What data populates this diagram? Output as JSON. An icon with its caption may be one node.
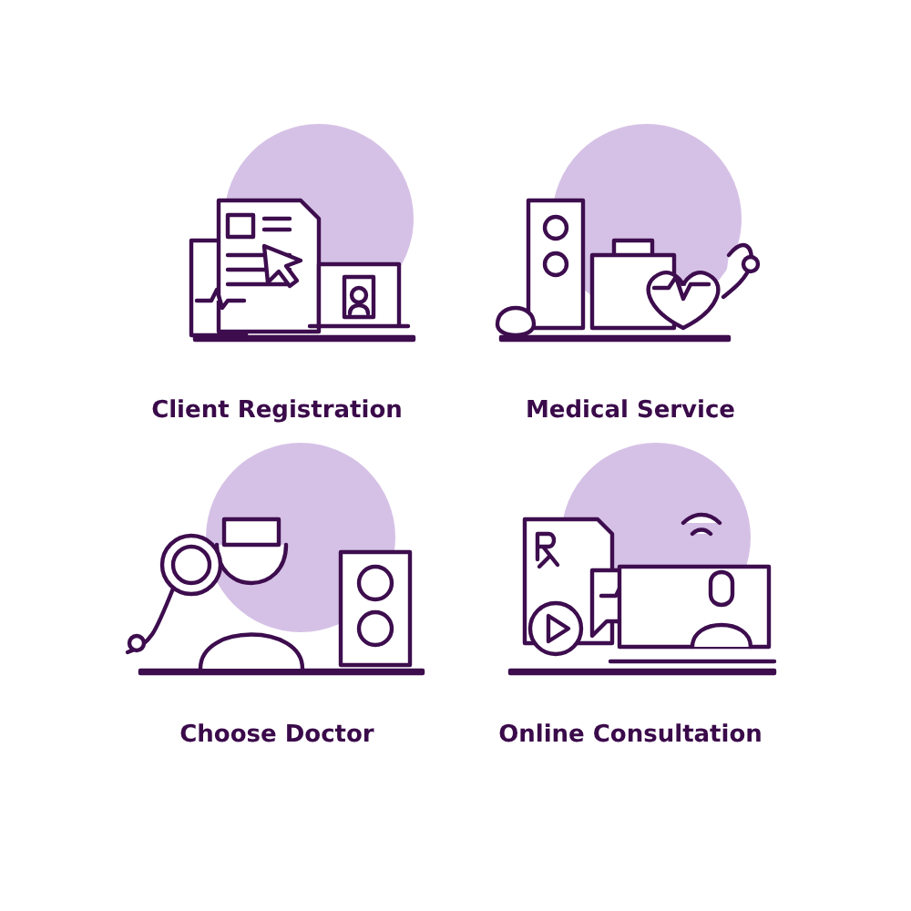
{
  "diagram": {
    "labels": [
      "Client Registration",
      "Medical Service",
      "Choose Doctor",
      "Online Consultation"
    ]
  }
}
